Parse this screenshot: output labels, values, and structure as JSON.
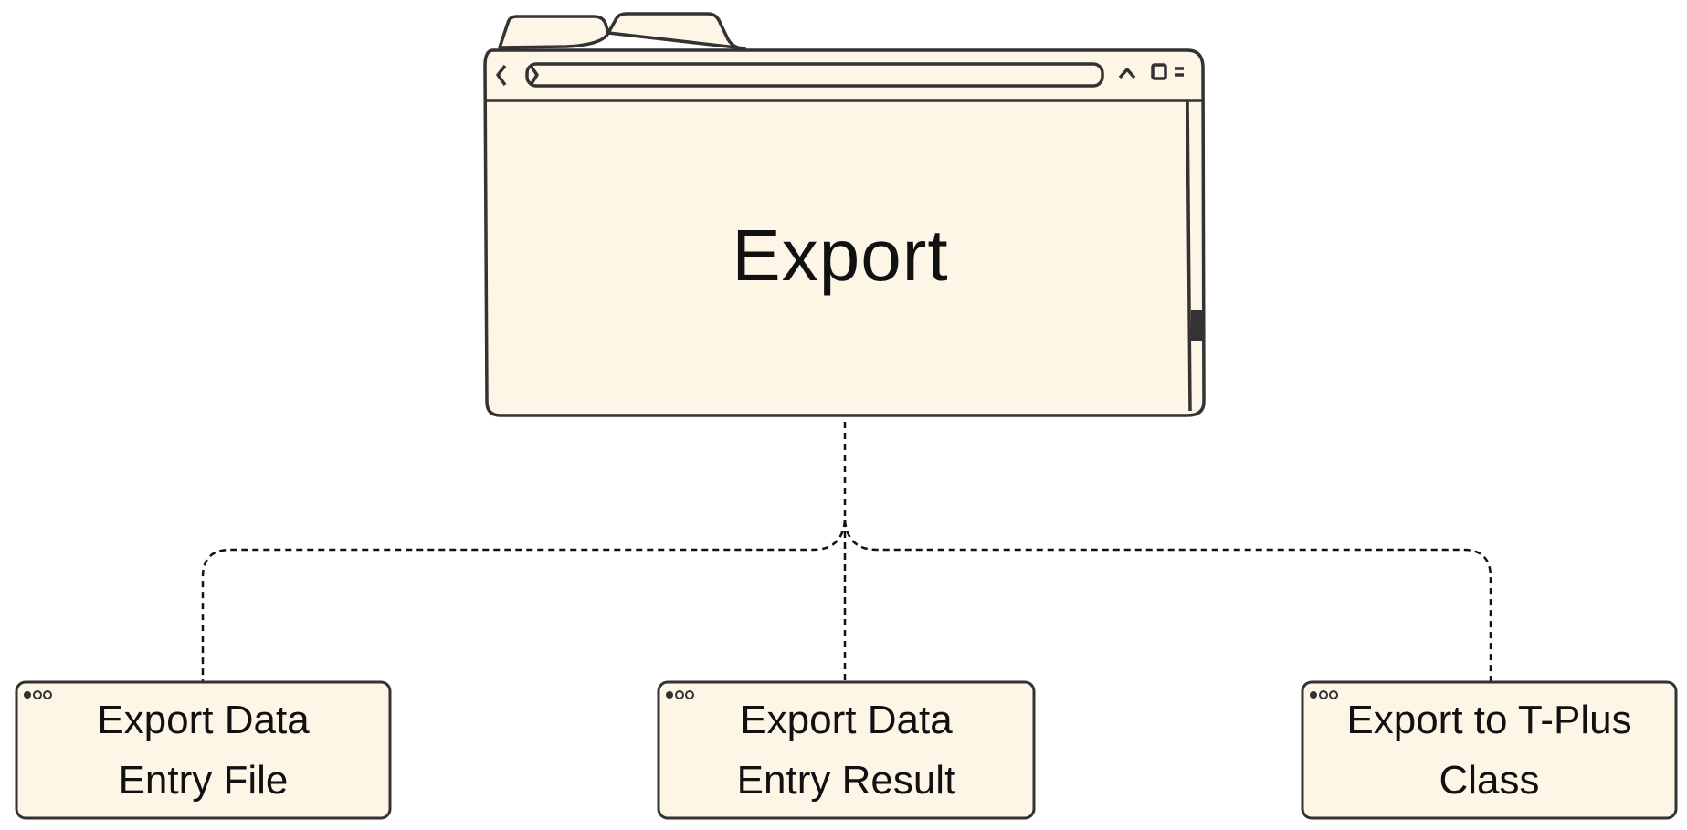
{
  "root": {
    "title": "Export",
    "icon": "browser-window-icon"
  },
  "children": [
    {
      "line1": "Export Data",
      "line2": "Entry File"
    },
    {
      "line1": "Export Data",
      "line2": "Entry Result"
    },
    {
      "line1": "Export to T-Plus",
      "line2": "Class"
    }
  ],
  "colors": {
    "fill": "#fdf5e6",
    "stroke": "#333333",
    "connector": "#111111"
  }
}
